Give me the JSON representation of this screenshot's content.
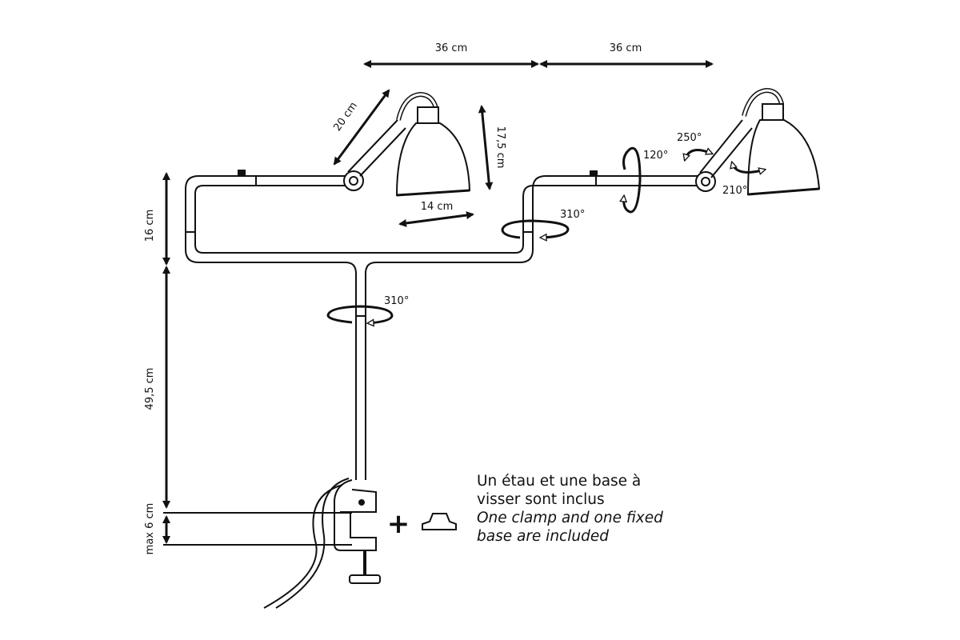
{
  "dimensions": {
    "arm_width_left": "36 cm",
    "arm_width_right": "36 cm",
    "upper_arm_length": "20 cm",
    "shade_height": "17,5 cm",
    "shade_diameter": "14 cm",
    "crossbar_drop": "16 cm",
    "column_height": "49,5 cm",
    "clamp_max": "max 6 cm"
  },
  "rotations": {
    "shade_tilt": "120°",
    "head_swivel": "250°",
    "head_rotation": "210°",
    "right_arm_pivot": "310°",
    "column_pivot": "310°"
  },
  "included_items": {
    "line_fr_1": "Un étau et une base à",
    "line_fr_2": "visser sont inclus",
    "line_en_1": "One clamp and one fixed",
    "line_en_2": "base are included",
    "plus_symbol": "+"
  },
  "colors": {
    "ink": "#111111",
    "background": "#ffffff"
  }
}
